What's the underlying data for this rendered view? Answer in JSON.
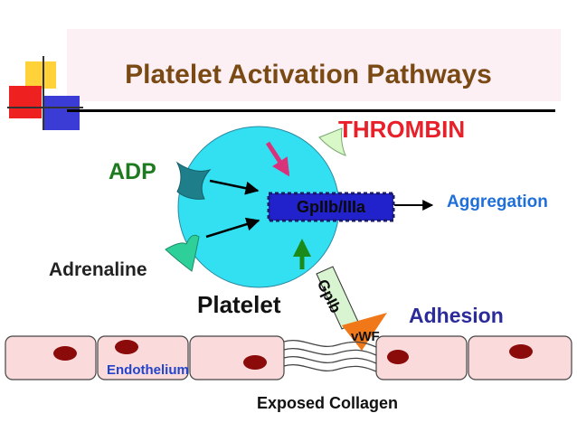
{
  "title": "Platelet Activation Pathways",
  "labels": {
    "thrombin": "THROMBIN",
    "adp": "ADP",
    "adrenaline": "Adrenaline",
    "platelet": "Platelet",
    "receptor_complex": "GpIIb/IIIa",
    "aggregation": "Aggregation",
    "gpib": "GpIb",
    "vwf": "vWF",
    "adhesion": "Adhesion",
    "endothelium": "Endothelium",
    "collagen": "Exposed Collagen"
  },
  "colors": {
    "title": "#7a4a14",
    "thrombin": "#e8202a",
    "platelet_fill": "#33e0f2",
    "receptor_fill": "#2222cc",
    "aggregation": "#1e6fd9",
    "adhesion": "#2b2b9a",
    "endothelium": "#2244cc",
    "vwf": "#f07818",
    "cell_fill": "#fadada",
    "nucleus": "#8b0a0a",
    "thrombin_arrow": "#d8327a",
    "green_arrow": "#1a8a1a"
  }
}
